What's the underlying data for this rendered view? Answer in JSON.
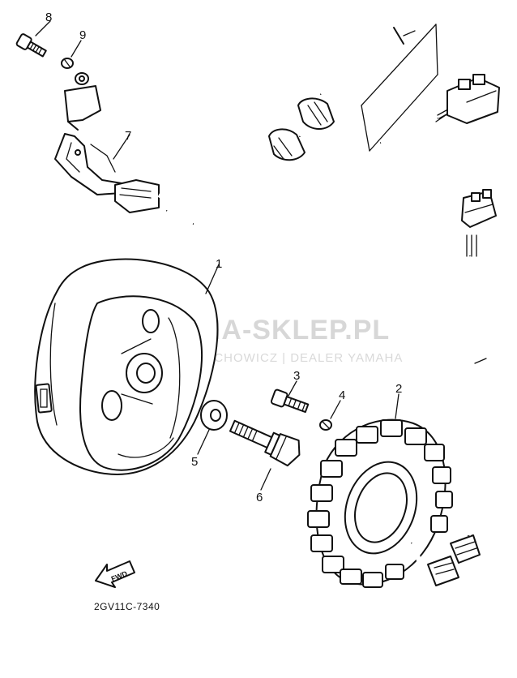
{
  "watermark": {
    "title": "YAMA-SKLEP.PL",
    "subtitle": "WOJCIECHOWICZ | DEALER YAMAHA",
    "logo_color": "#e23a3a"
  },
  "callouts": {
    "rotor": "1",
    "stator": "2",
    "screw": "3",
    "washer": "4",
    "plate_washer": "5",
    "bolt": "6",
    "pickup_coil": "7",
    "pickup_screw": "8",
    "pickup_washer": "9"
  },
  "direction_arrow": {
    "label": "FWD",
    "icon": "fwd-arrow-icon"
  },
  "part_code": "2GV11C-7340"
}
